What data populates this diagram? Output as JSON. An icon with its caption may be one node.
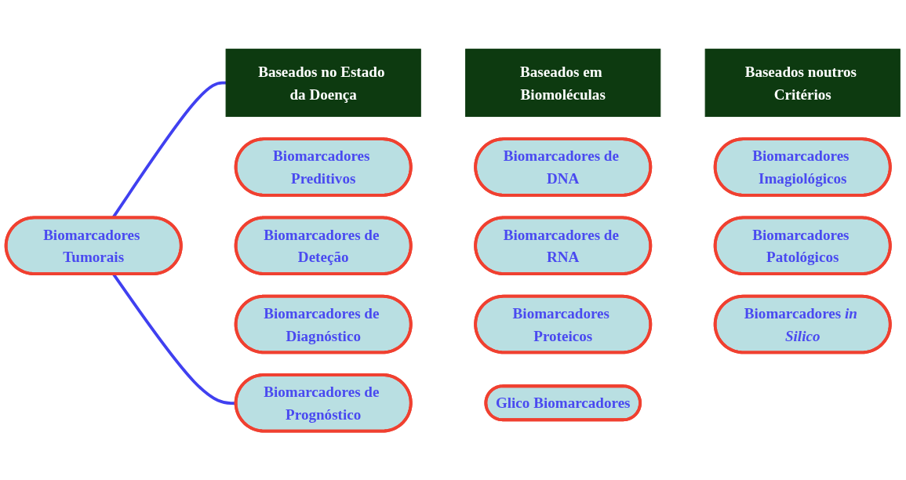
{
  "diagram": {
    "nodes": [
      {
        "text": [
          "Biomarcadores Tumorais"
        ]
      },
      {
        "text": [
          "Baseados no Estado da Doença"
        ]
      },
      {
        "text": [
          "Baseados em Biomoléculas"
        ]
      },
      {
        "text": [
          "Baseados noutros Critérios"
        ]
      },
      {
        "text": [
          "Biomarcadores Preditivos"
        ]
      },
      {
        "text": [
          "Biomarcadores de DNA"
        ]
      },
      {
        "text": [
          "Biomarcadores Imagiológicos"
        ]
      },
      {
        "text": [
          "Biomarcadores de Deteção"
        ]
      },
      {
        "text": [
          "Biomarcadores de RNA"
        ]
      },
      {
        "text": [
          "Biomarcadores Patológicos"
        ]
      },
      {
        "text": [
          "Biomarcadores de Diagnóstico"
        ]
      },
      {
        "text": [
          "Biomarcadores Proteicos"
        ]
      },
      {
        "text": [
          "Biomarcadores *in Silico*"
        ]
      },
      {
        "text": [
          "Biomarcadores de Prognóstico"
        ]
      },
      {
        "text": [
          "Glico Biomarcadores"
        ]
      }
    ],
    "edges": [
      {
        "from": 0,
        "to": 1,
        "arrow": "none"
      },
      {
        "from": 0,
        "to": 13,
        "arrow": "none"
      }
    ]
  }
}
